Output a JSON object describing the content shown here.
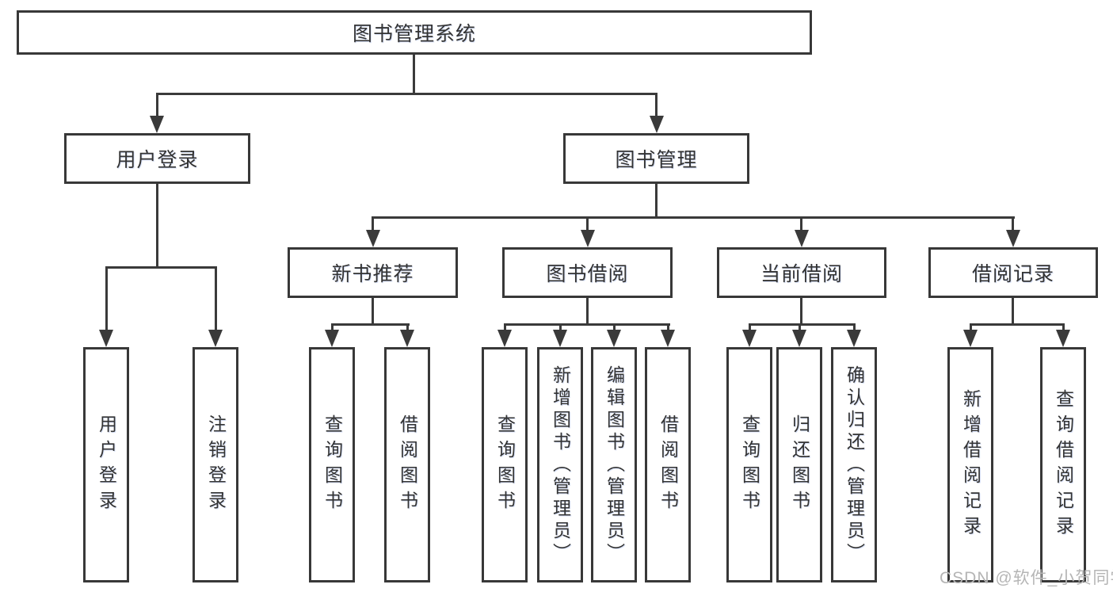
{
  "diagram": {
    "title": "图书管理系统",
    "type": "tree"
  },
  "tree": {
    "root": {
      "label": "图书管理系统"
    },
    "level2": [
      {
        "label": "用户登录"
      },
      {
        "label": "图书管理"
      }
    ],
    "level3": [
      {
        "label": "新书推荐",
        "parent": "图书管理"
      },
      {
        "label": "图书借阅",
        "parent": "图书管理"
      },
      {
        "label": "当前借阅",
        "parent": "图书管理"
      },
      {
        "label": "借阅记录",
        "parent": "图书管理"
      }
    ],
    "leaves": [
      {
        "label": "用户登录",
        "parent": "用户登录"
      },
      {
        "label": "注销登录",
        "parent": "用户登录"
      },
      {
        "label": "查询图书",
        "parent": "新书推荐"
      },
      {
        "label": "借阅图书",
        "parent": "新书推荐"
      },
      {
        "label": "查询图书",
        "parent": "图书借阅"
      },
      {
        "label": "新增图书（管理员）",
        "parent": "图书借阅"
      },
      {
        "label": "编辑图书（管理员）",
        "parent": "图书借阅"
      },
      {
        "label": "借阅图书",
        "parent": "图书借阅"
      },
      {
        "label": "查询图书",
        "parent": "当前借阅"
      },
      {
        "label": "归还图书",
        "parent": "当前借阅"
      },
      {
        "label": "确认归还（管理员）",
        "parent": "当前借阅"
      },
      {
        "label": "新增借阅记录",
        "parent": "借阅记录"
      },
      {
        "label": "查询借阅记录",
        "parent": "借阅记录"
      }
    ]
  },
  "watermark": "CSDN @软件_小贺同学",
  "colors": {
    "background": "#ffffff",
    "box_border": "#383838",
    "line": "#3a3a3a",
    "text": "#333333",
    "watermark": "#b5b5b5"
  }
}
